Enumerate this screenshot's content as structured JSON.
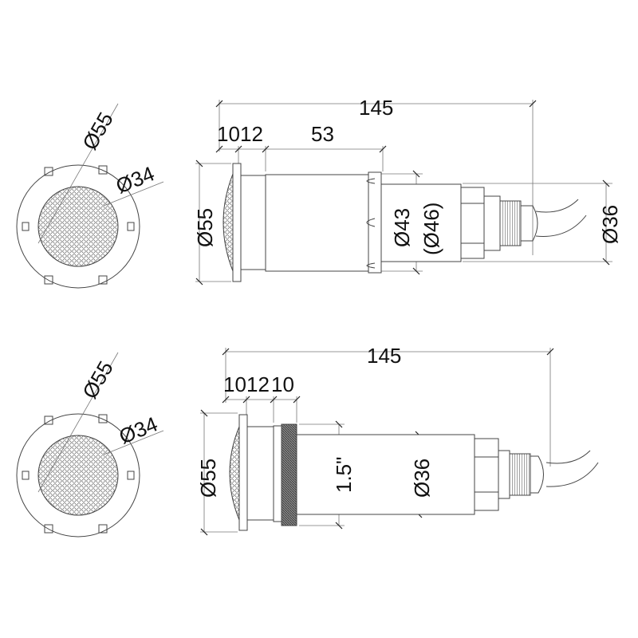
{
  "top_view": {
    "front": {
      "outer_diameter": "Ø55",
      "lens_diameter": "Ø34"
    },
    "side": {
      "overall_length": "145",
      "flange": "10",
      "neck": "12",
      "body": "53",
      "diameter_flange": "Ø55",
      "diameter_clip": "Ø43",
      "diameter_clip_alt": "(Ø46)",
      "diameter_tail": "Ø36"
    }
  },
  "bottom_view": {
    "front": {
      "outer_diameter": "Ø55",
      "lens_diameter": "Ø34"
    },
    "side": {
      "overall_length": "145",
      "flange": "10",
      "neck": "12",
      "thread_len": "10",
      "diameter_flange": "Ø55",
      "thread": "1.5\"",
      "diameter_body": "Ø36"
    }
  },
  "colors": {
    "line": "#444444",
    "text": "#111111"
  }
}
